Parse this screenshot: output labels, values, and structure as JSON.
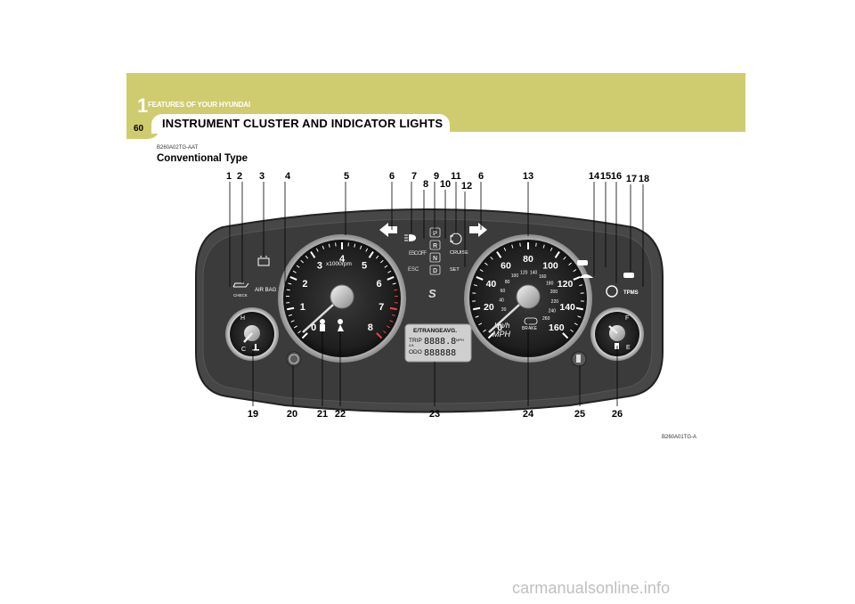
{
  "header": {
    "chapter_number": "1",
    "chapter_title": "FEATURES OF YOUR HYUNDAI",
    "page_number": "60",
    "section_title": "INSTRUMENT CLUSTER AND INDICATOR LIGHTS"
  },
  "content": {
    "section_code": "B260A02TG-AAT",
    "subtitle": "Conventional Type",
    "figure_code": "B260A01TG-A"
  },
  "callouts": {
    "top": [
      "1",
      "2",
      "3",
      "4",
      "5",
      "6",
      "7",
      "8",
      "9",
      "10",
      "11",
      "12",
      "6",
      "13",
      "14",
      "15",
      "16",
      "17",
      "18"
    ],
    "bottom": [
      "19",
      "20",
      "21",
      "22",
      "23",
      "24",
      "25",
      "26"
    ]
  },
  "tachometer": {
    "numbers": [
      "0",
      "1",
      "2",
      "3",
      "4",
      "5",
      "6",
      "7",
      "8"
    ],
    "unit": "x1000rpm"
  },
  "speedometer": {
    "mph_numbers": [
      "0",
      "20",
      "40",
      "60",
      "80",
      "100",
      "120",
      "140",
      "160"
    ],
    "kmh_numbers": [
      "20",
      "40",
      "60",
      "80",
      "100",
      "120",
      "140",
      "160",
      "180",
      "200",
      "220",
      "240",
      "260"
    ],
    "unit_kmh": "km/h",
    "unit_mph": "MPH"
  },
  "gear_indicator": {
    "gears": [
      "P",
      "R",
      "N",
      "D"
    ],
    "sport": "S"
  },
  "labels": {
    "esc_off": "ESC OFF",
    "esc": "ESC",
    "cruise": "CRUISE",
    "set": "SET",
    "air_bag": "AIR BAG",
    "check": "CHECK",
    "tpms": "TPMS",
    "brake": "BRAKE",
    "temp_hot": "H",
    "temp_cold": "C",
    "fuel_full": "F",
    "fuel_empty": "E"
  },
  "lcd": {
    "title": "E/TRANGEAVG.",
    "trip": "TRIP",
    "ab": "A B",
    "trip_digits": "8888.8",
    "mph": "MPH",
    "odo": "ODO",
    "odo_digits": "888888"
  },
  "icons": [
    "oil-pressure-icon",
    "battery-icon",
    "turn-signal-left-icon",
    "turn-signal-right-icon",
    "high-beam-icon",
    "front-fog-icon",
    "door-ajar-icon",
    "trunk-open-icon",
    "low-tire-pressure-icon",
    "low-washer-fluid-icon",
    "engine-temp-icon",
    "abs-icon",
    "seat-belt-icon",
    "air-bag-warning-icon",
    "fuel-pump-icon",
    "low-fuel-icon",
    "fuel-gauge-pump-icon"
  ]
}
